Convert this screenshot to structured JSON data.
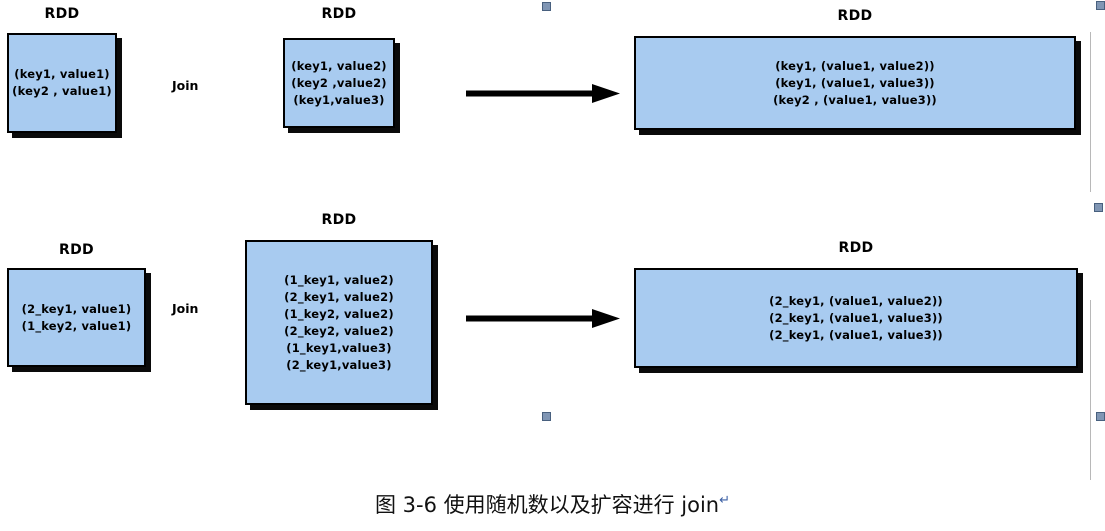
{
  "figure": {
    "caption": "图 3-6  使用随机数以及扩容进行 join",
    "caption_mark": "↵",
    "box_fill_color": "#a8cbf0",
    "box_border_color": "#000000",
    "box_shadow_color": "#0a0a0a",
    "handle_color": "#8096b4"
  },
  "labels": {
    "rdd": "RDD",
    "join": "Join"
  },
  "row_top": {
    "left_box": {
      "label": "RDD",
      "lines": [
        "(key1, value1)",
        "(key2 , value1)"
      ]
    },
    "join_label": "Join",
    "middle_box": {
      "label": "RDD",
      "lines": [
        "(key1, value2)",
        "(key2 ,value2)",
        "(key1,value3)"
      ]
    },
    "arrow": "arrow-right",
    "right_box": {
      "label": "RDD",
      "lines": [
        "(key1, (value1, value2))",
        "(key1, (value1, value3))",
        "(key2 , (value1, value3))"
      ]
    }
  },
  "row_bottom": {
    "left_box": {
      "label": "RDD",
      "lines": [
        "(2_key1, value1)",
        "(1_key2, value1)"
      ]
    },
    "join_label": "Join",
    "middle_box": {
      "label": "RDD",
      "lines": [
        "(1_key1, value2)",
        "(2_key1, value2)",
        "(1_key2, value2)",
        "(2_key2, value2)",
        "(1_key1,value3)",
        "(2_key1,value3)"
      ]
    },
    "arrow": "arrow-right",
    "right_box": {
      "label": "RDD",
      "lines": [
        "(2_key1, (value1, value2))",
        "(2_key1, (value1, value3))",
        "(2_key1, (value1, value3))"
      ]
    }
  }
}
